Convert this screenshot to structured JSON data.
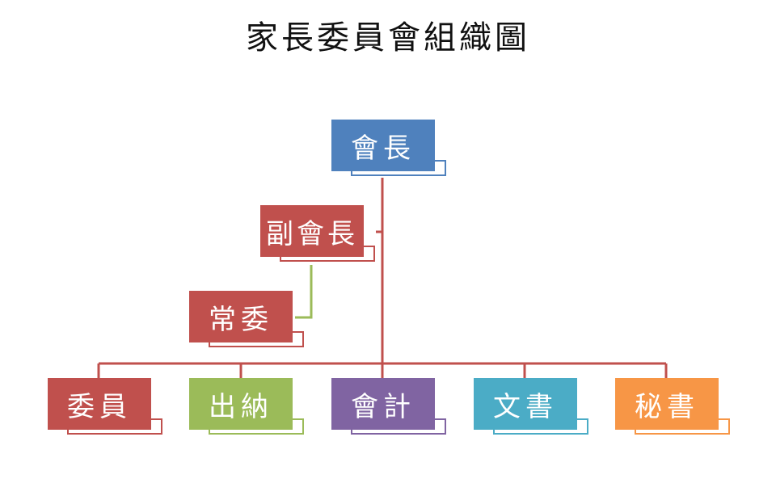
{
  "title": "家長委員會組織圖",
  "nodes": {
    "president": {
      "label": "會長",
      "color": "#4F81BD"
    },
    "vice_president": {
      "label": "副會長",
      "color": "#C0504D"
    },
    "standing_committee": {
      "label": "常委",
      "color": "#C0504D"
    },
    "committee_member": {
      "label": "委員",
      "color": "#C0504D"
    },
    "cashier": {
      "label": "出納",
      "color": "#9BBB59"
    },
    "accountant": {
      "label": "會計",
      "color": "#8064A2"
    },
    "clerk": {
      "label": "文書",
      "color": "#4BACC6"
    },
    "secretary": {
      "label": "秘書",
      "color": "#F79646"
    }
  },
  "colors": {
    "main_connector": "#C0504D",
    "assistant_connector": "#9BBB59"
  }
}
